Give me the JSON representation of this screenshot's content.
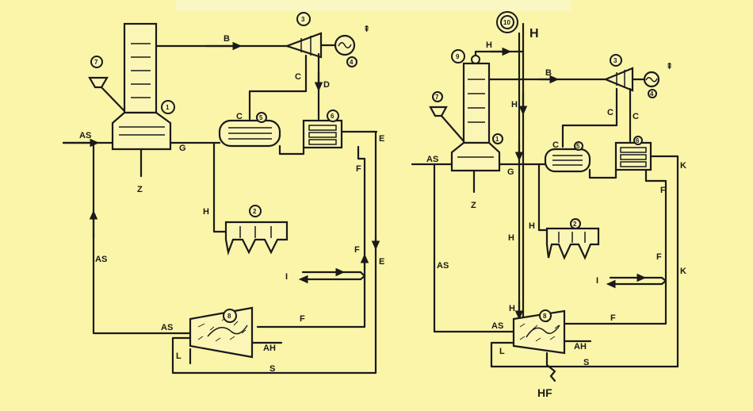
{
  "palette": {
    "background": "#faf5a8",
    "ink": "#1a1a1a"
  },
  "icons": [
    "arrow-icon",
    "generator-icon",
    "filter-icon",
    "numbered-circle-icon"
  ],
  "left_diagram": {
    "labels": {
      "as_in": "AS",
      "z": "Z",
      "g": "G",
      "b": "B",
      "c1": "C",
      "d": "D",
      "c2": "C",
      "e": "E",
      "f1": "F",
      "h": "H",
      "as_v": "AS",
      "f2": "F",
      "e2": "E",
      "i": "I",
      "as_b": "AS",
      "f3": "F",
      "ah": "AH",
      "l": "L",
      "s": "S"
    },
    "badges": {
      "column": "1",
      "filter": "2",
      "turbine": "3",
      "generator": "4",
      "hx1": "5",
      "hx2": "6",
      "boiler": "7",
      "collector": "8"
    }
  },
  "right_diagram": {
    "labels": {
      "h_top": "H",
      "h1": "H",
      "as_in": "AS",
      "z": "Z",
      "g": "G",
      "b": "B",
      "c1": "C",
      "c2": "C",
      "h2": "H",
      "k": "K",
      "f1": "F",
      "h3": "H",
      "h4": "H",
      "as_v": "AS",
      "f2": "F",
      "k2": "K",
      "i": "I",
      "h5": "H",
      "as_b": "AS",
      "f3": "F",
      "ah": "AH",
      "l": "L",
      "s": "S",
      "hf": "HF"
    },
    "badges": {
      "special": "10",
      "pump": "9",
      "column": "1",
      "filter": "2",
      "turbine": "3",
      "generator": "4",
      "hx1": "5",
      "hx2": "6",
      "boiler": "7",
      "collector": "8"
    }
  }
}
